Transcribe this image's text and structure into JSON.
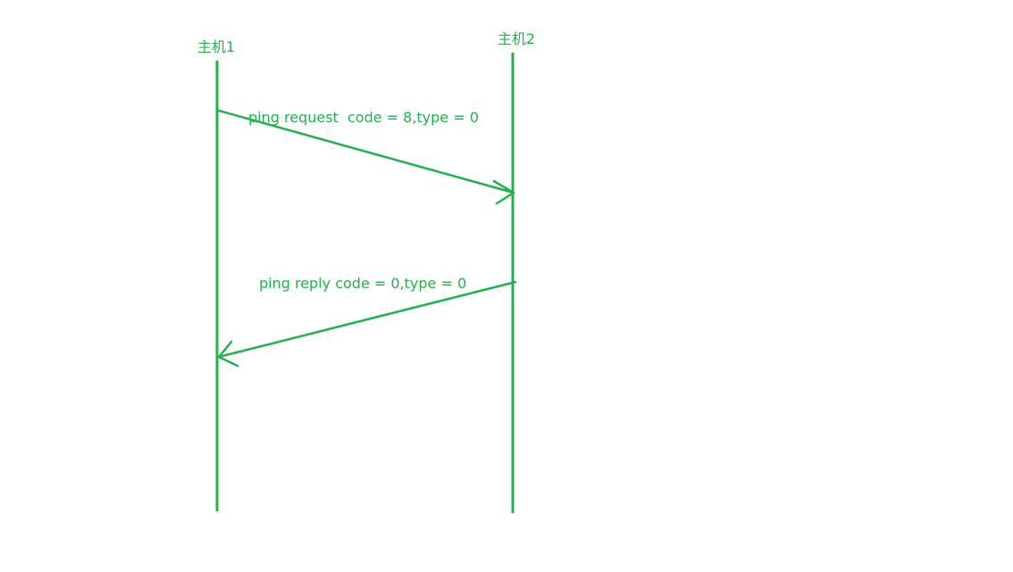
{
  "colors": {
    "stroke": "#22b14c",
    "background": "#ffffff"
  },
  "hosts": [
    {
      "label": "主机1"
    },
    {
      "label": "主机2"
    }
  ],
  "messages": [
    {
      "label": "ping request  code = 8,type = 0",
      "from": "主机1",
      "to": "主机2"
    },
    {
      "label": "ping reply code = 0,type = 0",
      "from": "主机2",
      "to": "主机1"
    }
  ]
}
